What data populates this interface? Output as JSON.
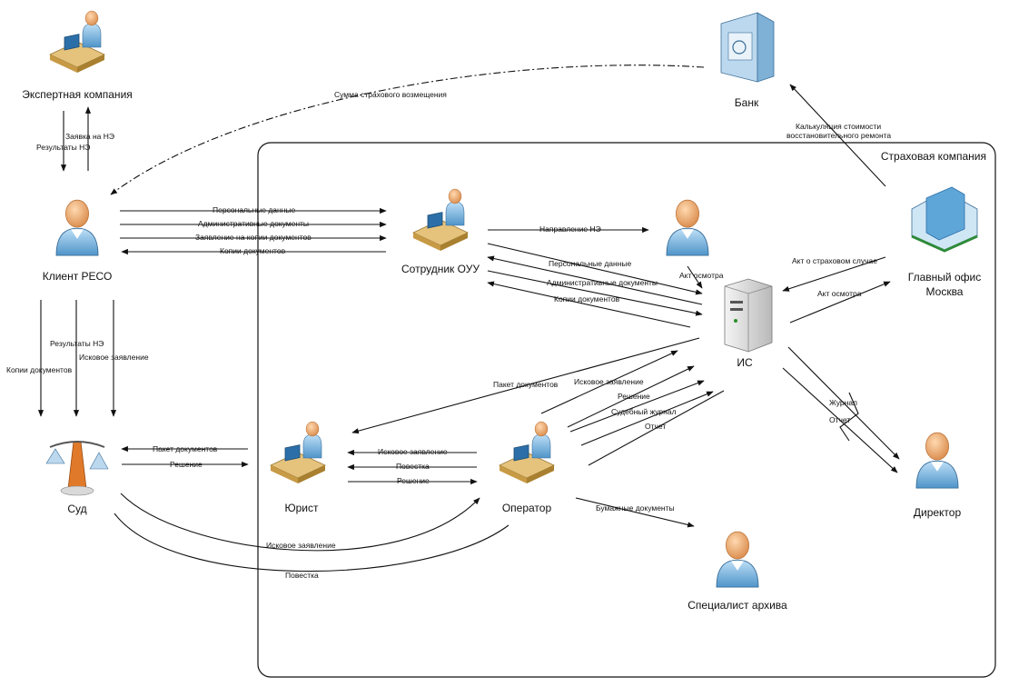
{
  "container": {
    "label": "Страховая компания"
  },
  "nodes": {
    "expert": {
      "label": "Экспертная компания",
      "icon": "expert-desk-icon"
    },
    "bank": {
      "label": "Банк",
      "icon": "bank-building-icon"
    },
    "client": {
      "label": "Клиент РЕСО",
      "icon": "person-icon"
    },
    "ouu": {
      "label": "Сотрудник ОУУ",
      "icon": "worker-desk-icon"
    },
    "expert_person": {
      "label": "",
      "icon": "person-icon"
    },
    "is": {
      "label": "ИС",
      "icon": "server-icon"
    },
    "head": {
      "label_line1": "Главный офис",
      "label_line2": "Москва",
      "icon": "office-building-icon"
    },
    "court": {
      "label": "Суд",
      "icon": "scales-icon"
    },
    "lawyer": {
      "label": "Юрист",
      "icon": "worker-desk-icon"
    },
    "operator": {
      "label": "Оператор",
      "icon": "worker-desk-icon"
    },
    "director": {
      "label": "Директор",
      "icon": "person-icon"
    },
    "archive": {
      "label": "Специалист архива",
      "icon": "person-icon"
    }
  },
  "edges": {
    "zayavka_ne": "Заявка на НЭ",
    "rezultaty_ne": "Результаты НЭ",
    "summa": "Сумма страхового возмещения",
    "kalkulyaciya_1": "Калькуляция стоимости",
    "kalkulyaciya_2": "восстановительного ремонта",
    "personal": "Персональные данные",
    "admin": "Административные документы",
    "zayavlenie_kopii": "Заявление на копии документов",
    "kopii": "Копии документов",
    "napravlenie": "Направление НЭ",
    "akt_osmotra": "Акт осмотра",
    "akt_sluchae": "Акт о страховом случае",
    "paket": "Пакет документов",
    "iskovoe": "Исковое заявление",
    "reshenie": "Решение",
    "povestka": "Повестка",
    "sudebny": "Судебный журнал",
    "otchet": "Отчет",
    "zhurnal": "Журнал",
    "bumazhnye": "Бумажные документы"
  }
}
